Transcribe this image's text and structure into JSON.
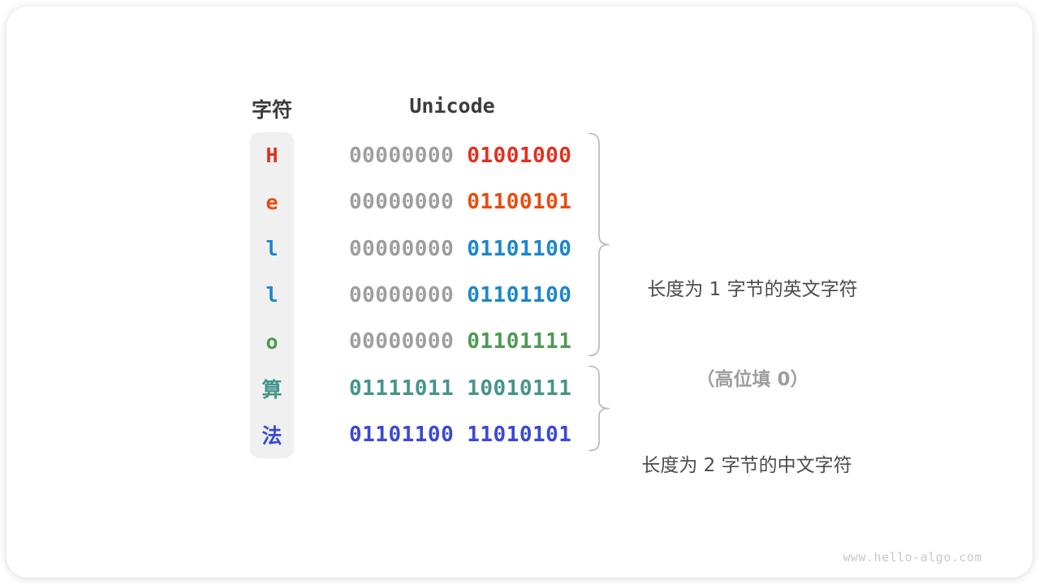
{
  "table": {
    "char_header": "字符",
    "unicode_header": "Unicode",
    "rows": [
      {
        "char": "H",
        "byte1": "00000000",
        "byte2": "01001000",
        "color": "#e2301c",
        "byte1_color": "#9e9e9e"
      },
      {
        "char": "e",
        "byte1": "00000000",
        "byte2": "01100101",
        "color": "#ea4b0f",
        "byte1_color": "#9e9e9e"
      },
      {
        "char": "l",
        "byte1": "00000000",
        "byte2": "01101100",
        "color": "#1b87ca",
        "byte1_color": "#9e9e9e"
      },
      {
        "char": "l",
        "byte1": "00000000",
        "byte2": "01101100",
        "color": "#1b87ca",
        "byte1_color": "#9e9e9e"
      },
      {
        "char": "o",
        "byte1": "00000000",
        "byte2": "01101111",
        "color": "#4d9a52",
        "byte1_color": "#9e9e9e"
      },
      {
        "char": "算",
        "byte1": "01111011",
        "byte2": "10010111",
        "color": "#45948a",
        "byte1_color": "#45948a"
      },
      {
        "char": "法",
        "byte1": "01101100",
        "byte2": "11010101",
        "color": "#3a49d2",
        "byte1_color": "#3a49d2"
      }
    ]
  },
  "annotations": {
    "group1_line1": "长度为 1 字节的英文字符",
    "group1_line2": "（高位填 0）",
    "group2_line1": "长度为 2 字节的中文字符"
  },
  "watermark": "www.hello-algo.com",
  "colors": {
    "header_text": "#3c3c3c",
    "annotation_text": "#4c4c4c",
    "annotation_sub_text": "#9e9e9e",
    "gray_byte": "#9e9e9e",
    "brace": "#b5b5b5",
    "char_pill_bg": "#f0f0f0",
    "watermark_text": "#c9c9c9"
  }
}
